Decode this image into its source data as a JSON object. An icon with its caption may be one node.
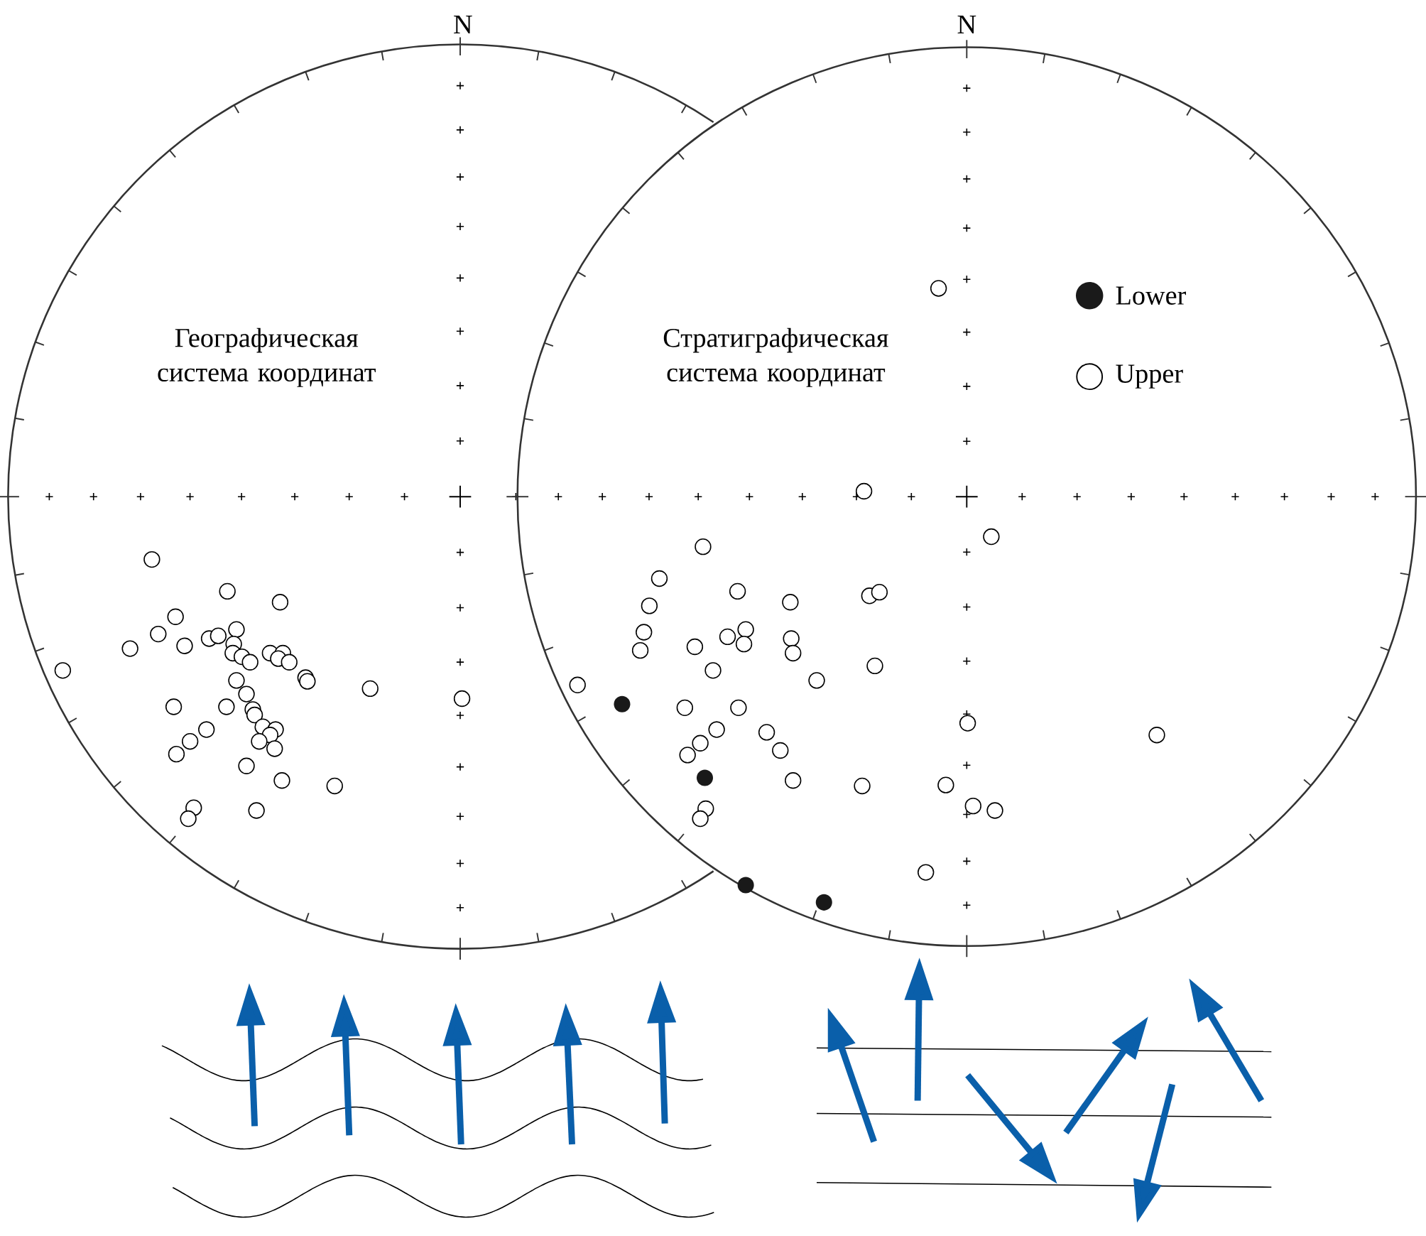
{
  "diagram": {
    "labels": [
      "N",
      "N",
      "Географическая система координат",
      "Стратиграфическая система координат"
    ],
    "legend": [
      {
        "text": "Lower",
        "color": "#1a1a1a"
      },
      {
        "text": "Upper"
      }
    ]
  }
}
